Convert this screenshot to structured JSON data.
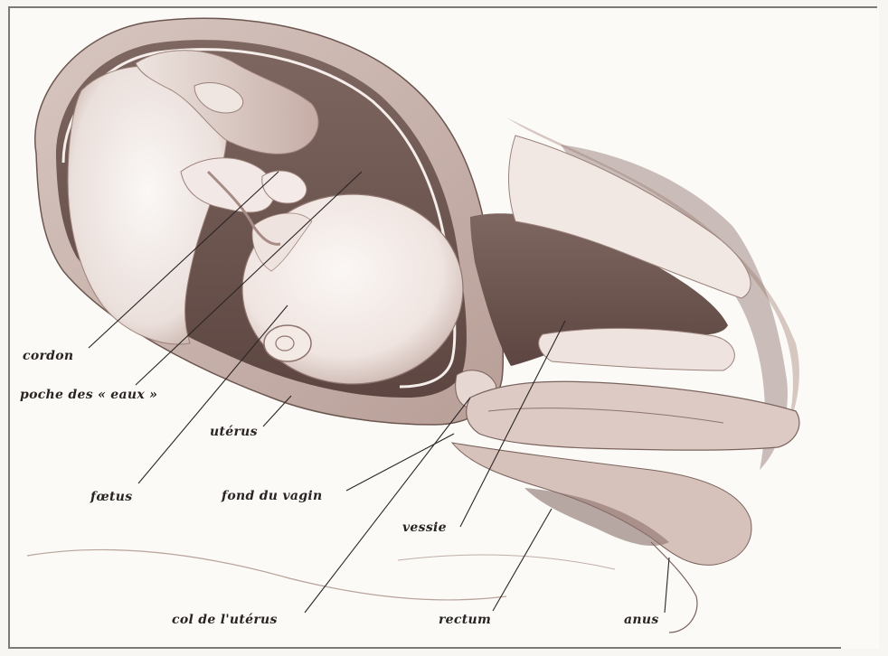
{
  "labels": {
    "cordon": "cordon",
    "poche": "poche des « eaux »",
    "uterus": "utérus",
    "foetus": "fœtus",
    "fond_vagin": "fond du vagin",
    "vessie": "vessie",
    "col_uterus": "col de l'utérus",
    "rectum": "rectum",
    "anus": "anus"
  },
  "colors": {
    "ink": "#2a2324",
    "shade_dark": "#6e5650",
    "shade_mid": "#b59a92",
    "shade_light": "#e9ddd8",
    "paper": "#fbfaf7",
    "frame": "#7a7a7a"
  },
  "icons": [
    "anatomical-illustration"
  ]
}
